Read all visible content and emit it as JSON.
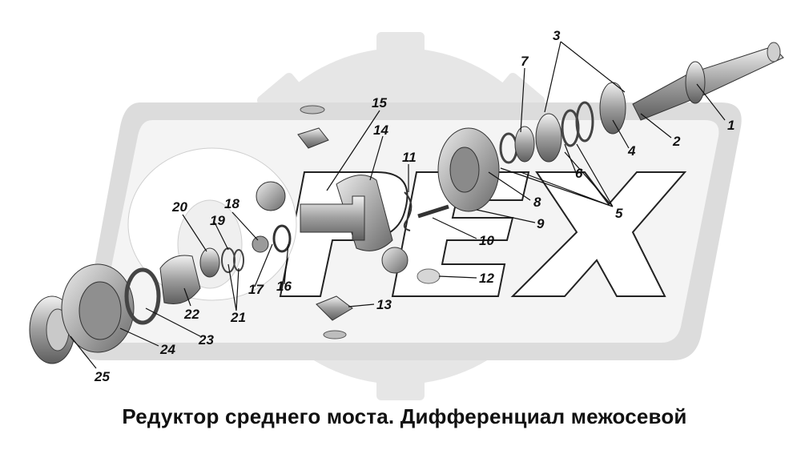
{
  "caption": "Редуктор среднего моста. Дифференциал межосевой",
  "watermark_text": "PEX",
  "colors": {
    "background": "#ffffff",
    "watermark_gear": "#e6e6e6",
    "watermark_panel": "#dcdcdc",
    "part_fill": "#bdbdbd",
    "part_dark": "#6f6f6f",
    "text": "#111111"
  },
  "callouts": [
    {
      "label": "1"
    },
    {
      "label": "2"
    },
    {
      "label": "3"
    },
    {
      "label": "4"
    },
    {
      "label": "5"
    },
    {
      "label": "6"
    },
    {
      "label": "7"
    },
    {
      "label": "8"
    },
    {
      "label": "9"
    },
    {
      "label": "10"
    },
    {
      "label": "11"
    },
    {
      "label": "12"
    },
    {
      "label": "13"
    },
    {
      "label": "14"
    },
    {
      "label": "15"
    },
    {
      "label": "16"
    },
    {
      "label": "17"
    },
    {
      "label": "18"
    },
    {
      "label": "19"
    },
    {
      "label": "20"
    },
    {
      "label": "21"
    },
    {
      "label": "22"
    },
    {
      "label": "23"
    },
    {
      "label": "24"
    },
    {
      "label": "25"
    }
  ]
}
